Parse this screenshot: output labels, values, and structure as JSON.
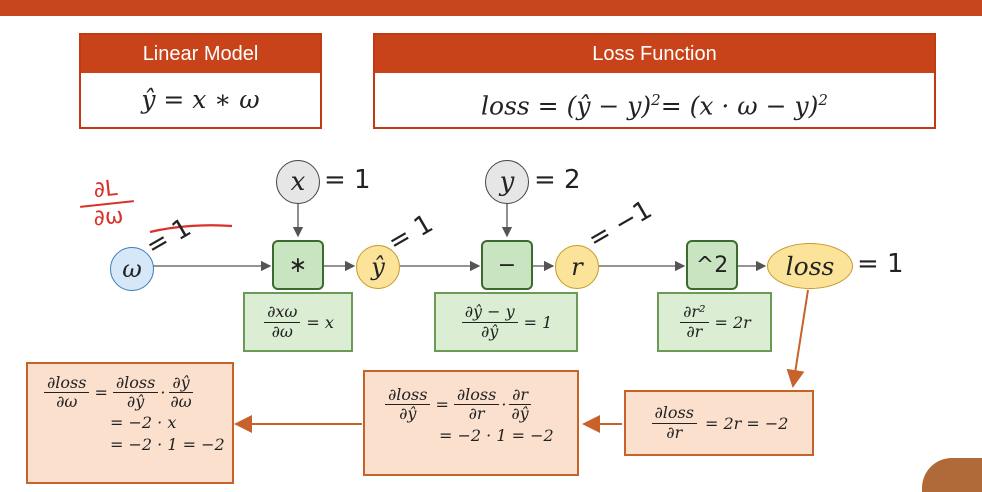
{
  "header": {
    "linear_model": {
      "title": "Linear Model",
      "formula": "ŷ = x ∗ ω"
    },
    "loss_function": {
      "title": "Loss Function",
      "formula_lhs": "loss = (ŷ − y)",
      "formula_mid": "= (x · ω − y)",
      "sq": "2"
    }
  },
  "graph": {
    "x_node": {
      "label": "x",
      "value": "= 1"
    },
    "y_node": {
      "label": "y",
      "value": "= 2"
    },
    "w_node": {
      "label": "ω",
      "edge_value": "= 1"
    },
    "mul_op": "∗",
    "yhat_node": {
      "label": "ŷ",
      "edge_value": "= 1"
    },
    "minus_op": "−",
    "r_node": {
      "label": "r",
      "edge_value": "= −1"
    },
    "sq_op": "^2",
    "loss_node": {
      "label": "loss",
      "value": "= 1"
    }
  },
  "annotation": {
    "num": "∂L",
    "den": "∂ω"
  },
  "local_grads": {
    "mul": {
      "num": "∂xω",
      "den": "∂ω",
      "rhs": "= x"
    },
    "minus": {
      "num": "∂ŷ − y",
      "den": "∂ŷ",
      "rhs": "= 1"
    },
    "sq": {
      "num": "∂r²",
      "den": "∂r",
      "rhs": "= 2r"
    }
  },
  "chain": {
    "box1": {
      "l_num": "∂loss",
      "l_den": "∂ω",
      "eq": "=",
      "a_num": "∂loss",
      "a_den": "∂ŷ",
      "dot": "·",
      "b_num": "∂ŷ",
      "b_den": "∂ω",
      "line2": "= −2 · x",
      "line3": "= −2 · 1 = −2"
    },
    "box2": {
      "l_num": "∂loss",
      "l_den": "∂ŷ",
      "eq": "=",
      "a_num": "∂loss",
      "a_den": "∂r",
      "dot": "·",
      "b_num": "∂r",
      "b_den": "∂ŷ",
      "line2": "= −2 · 1 = −2"
    },
    "box3": {
      "l_num": "∂loss",
      "l_den": "∂r",
      "rhs": "= 2r = −2"
    }
  },
  "colors": {
    "accent": "#c8431a",
    "green": "#c9e4c1",
    "yellow": "#fbe39a",
    "blue": "#d6e8f7",
    "orange_box": "#fbe0cd"
  }
}
